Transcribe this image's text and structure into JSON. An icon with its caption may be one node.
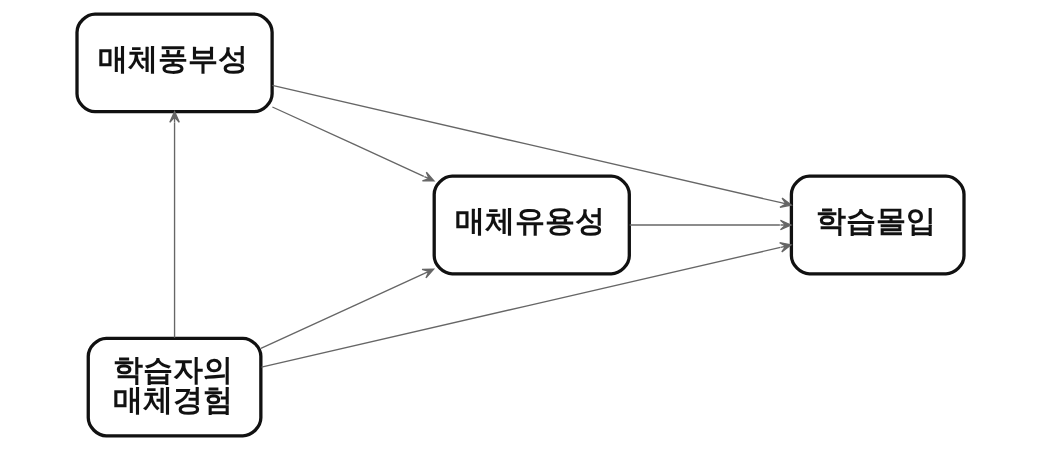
{
  "diagram": {
    "nodes": [
      {
        "text": [
          "매체풍부성"
        ]
      },
      {
        "text": [
          "매체유용성"
        ]
      },
      {
        "text": [
          "학습몰입"
        ]
      },
      {
        "text": [
          "학습자의 매체경험"
        ]
      }
    ],
    "edges": [
      {
        "from": 3,
        "to": 0,
        "arrow": "to"
      },
      {
        "from": 0,
        "to": 1,
        "arrow": "to"
      },
      {
        "from": 0,
        "to": 2,
        "arrow": "to"
      },
      {
        "from": 1,
        "to": 2,
        "arrow": "to"
      },
      {
        "from": 3,
        "to": 1,
        "arrow": "to"
      },
      {
        "from": 3,
        "to": 2,
        "arrow": "to"
      }
    ]
  }
}
